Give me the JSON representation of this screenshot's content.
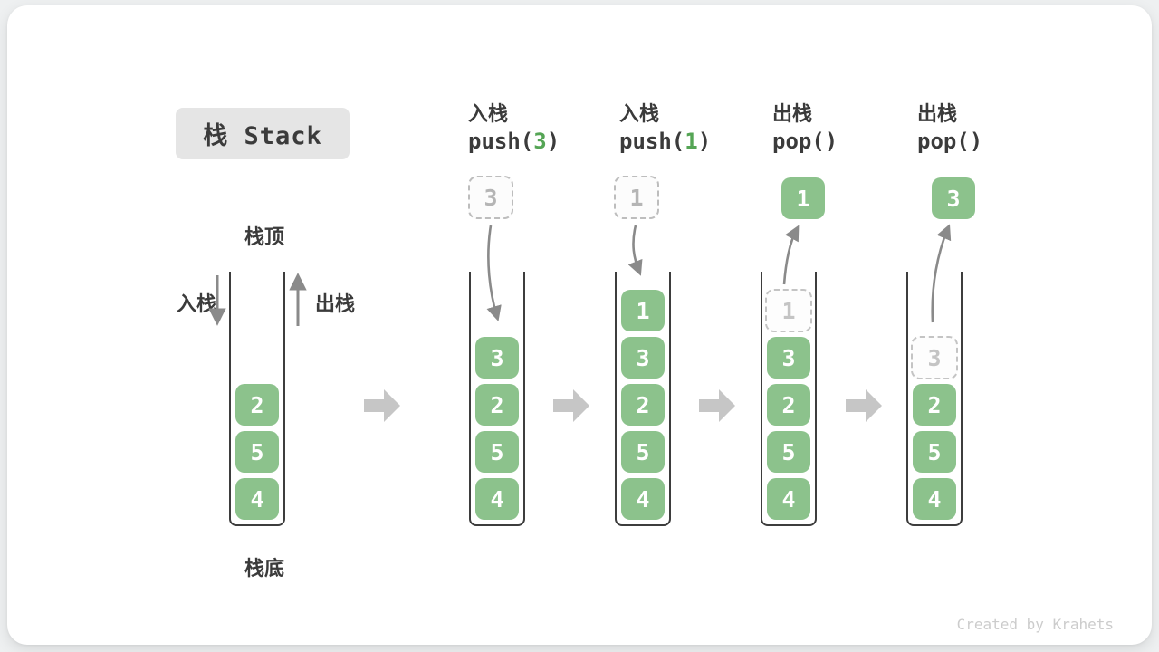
{
  "title": "栈 Stack",
  "stack_labels": {
    "top": "栈顶",
    "bottom": "栈底",
    "push_side": "入栈",
    "pop_side": "出栈"
  },
  "watermark": "Created by Krahets",
  "colors": {
    "cell_green": "#8cc28c",
    "code_arg_green": "#55a555",
    "arrow_gray": "#8a8a8a",
    "step_arrow_gray": "#c6c6c6",
    "dashed_gray": "#bdbdbd",
    "text_dark": "#3b3b3b",
    "title_bg": "#e5e5e5"
  },
  "columns": [
    {
      "cells": [
        "2",
        "5",
        "4"
      ]
    },
    {
      "action": "入栈",
      "code_pre": "push(",
      "code_arg": "3",
      "code_post": ")",
      "float_value": "3",
      "cells": [
        "3",
        "2",
        "5",
        "4"
      ]
    },
    {
      "action": "入栈",
      "code_pre": "push(",
      "code_arg": "1",
      "code_post": ")",
      "float_value": "1",
      "cells": [
        "1",
        "3",
        "2",
        "5",
        "4"
      ]
    },
    {
      "action": "出栈",
      "code_pre": "pop()",
      "code_arg": "",
      "code_post": "",
      "float_value": "1",
      "cells": [
        "1",
        "3",
        "2",
        "5",
        "4"
      ]
    },
    {
      "action": "出栈",
      "code_pre": "pop()",
      "code_arg": "",
      "code_post": "",
      "float_value": "3",
      "cells": [
        "3",
        "2",
        "5",
        "4"
      ]
    }
  ]
}
